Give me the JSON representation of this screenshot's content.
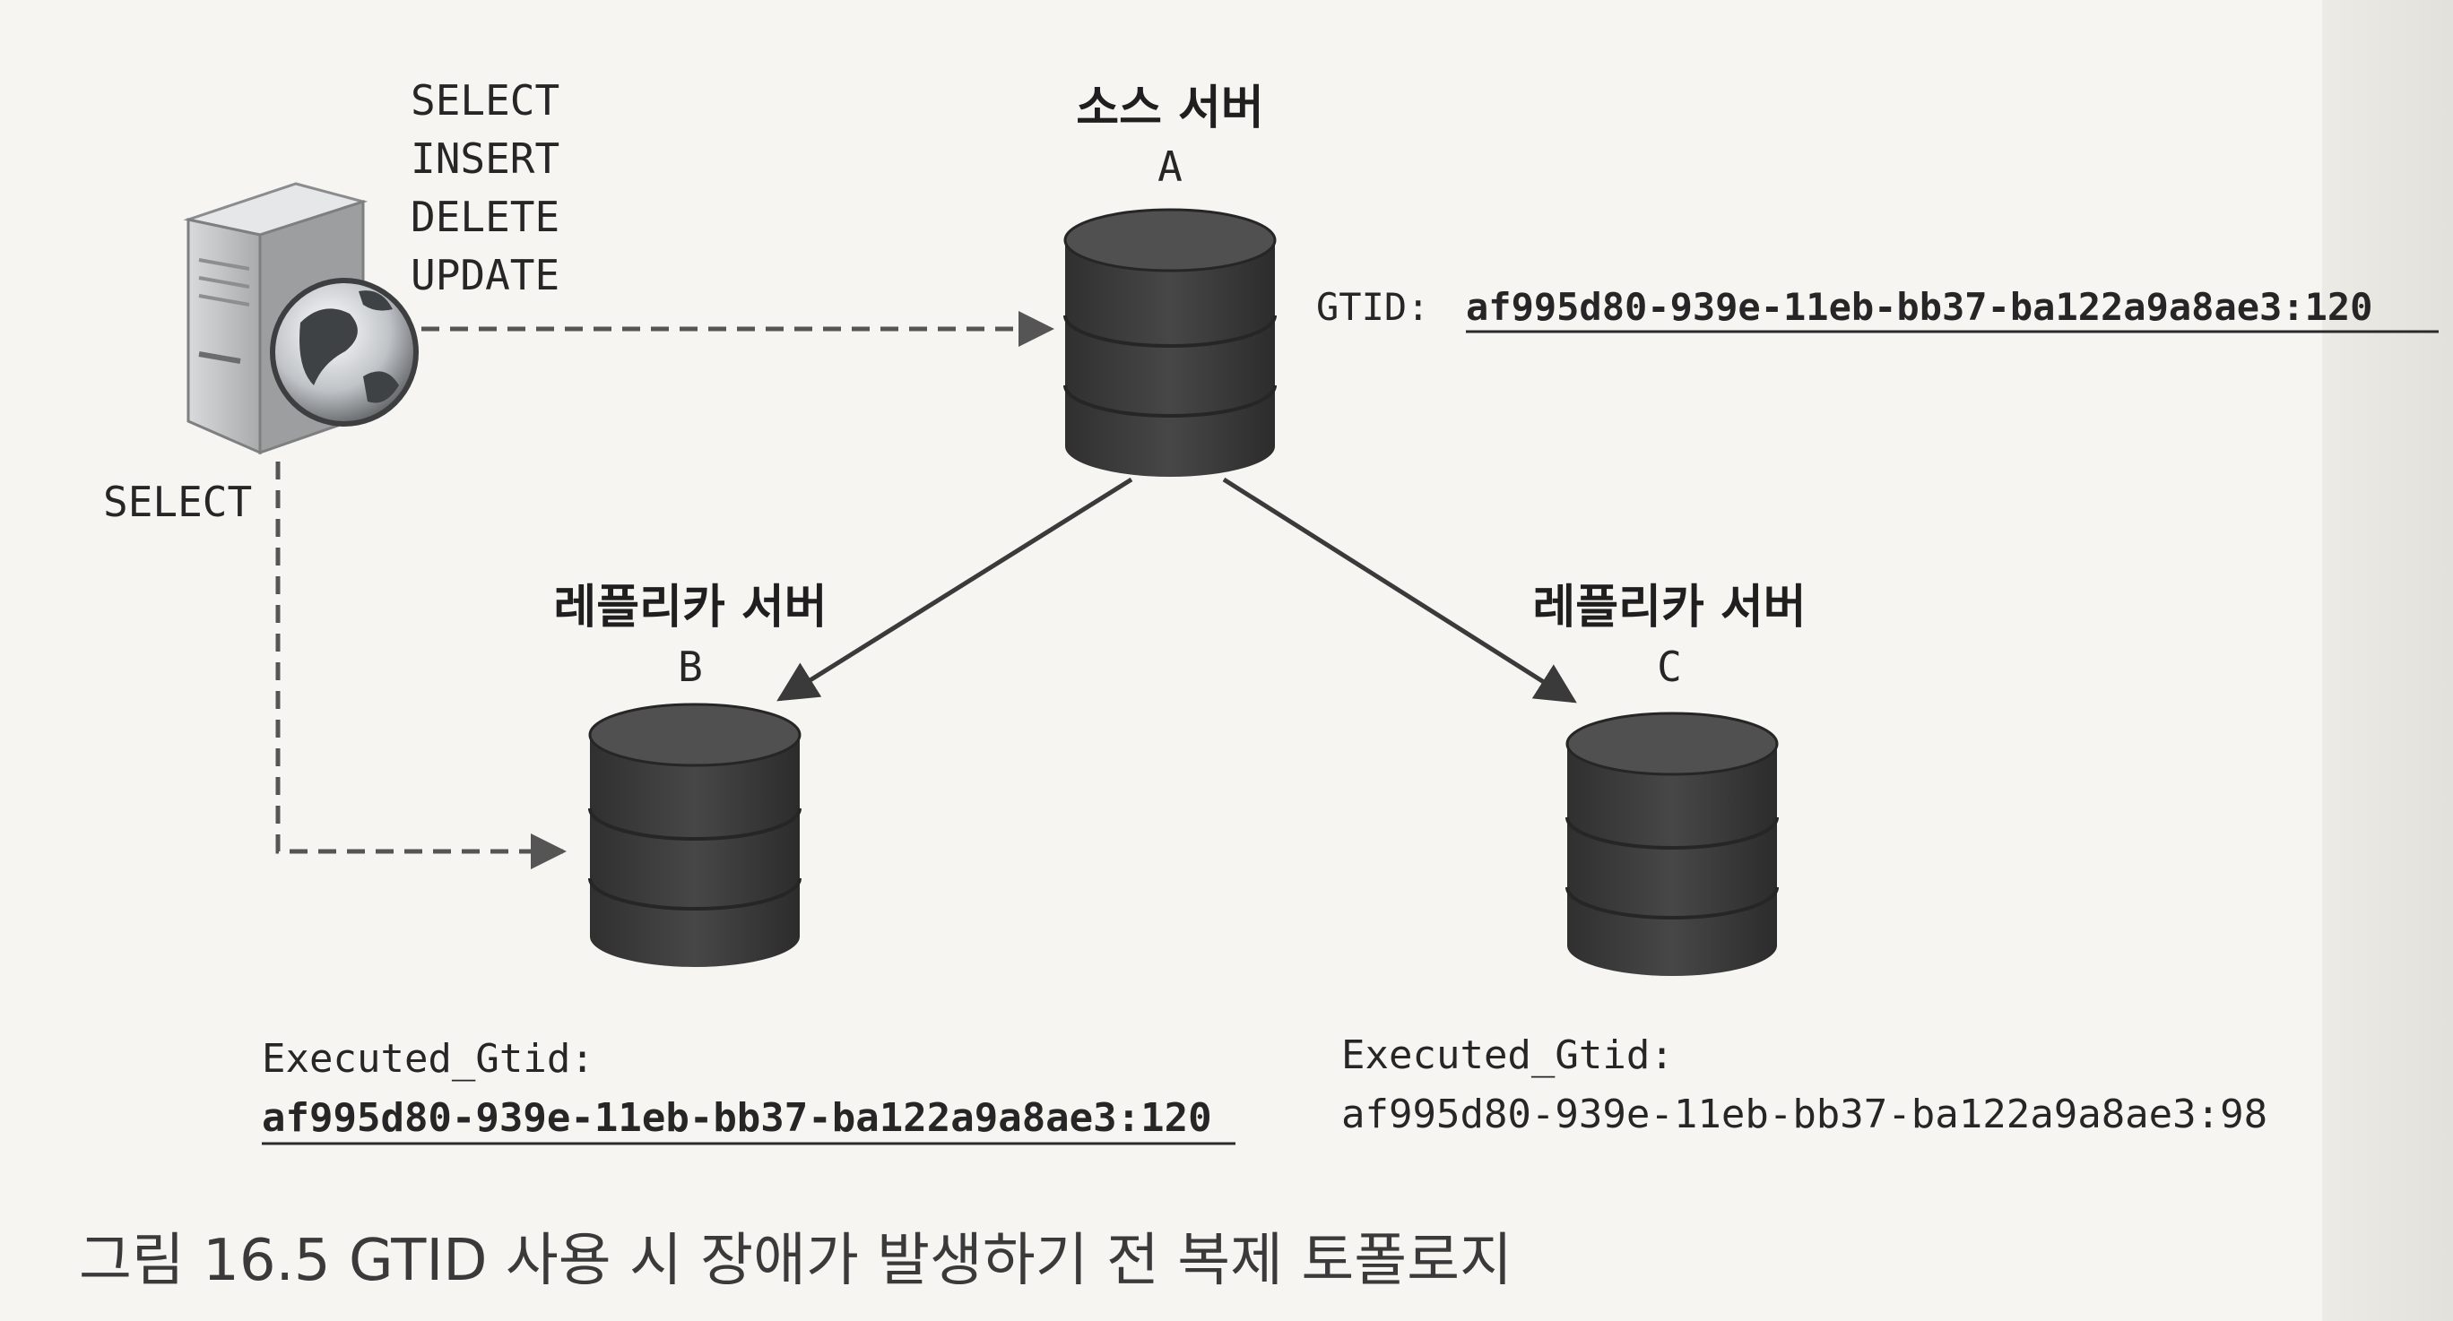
{
  "client": {
    "queries": [
      "SELECT",
      "INSERT",
      "DELETE",
      "UPDATE"
    ],
    "read_query": "SELECT"
  },
  "source": {
    "role": "소스 서버",
    "id": "A",
    "gtid_label": "GTID:",
    "gtid_value": "af995d80-939e-11eb-bb37-ba122a9a8ae3:120"
  },
  "replica_b": {
    "role": "레플리카 서버",
    "id": "B",
    "executed_label": "Executed_Gtid:",
    "executed_value": "af995d80-939e-11eb-bb37-ba122a9a8ae3:120"
  },
  "replica_c": {
    "role": "레플리카 서버",
    "id": "C",
    "executed_label": "Executed_Gtid:",
    "executed_value": "af995d80-939e-11eb-bb37-ba122a9a8ae3:98"
  },
  "caption": "그림 16.5 GTID 사용 시 장애가 발생하기 전 복제 토폴로지",
  "colors": {
    "database": "#3b3b3b",
    "arrow": "#3a3a3a",
    "dashed_arrow": "#555555"
  },
  "icons": [
    "server-globe-icon",
    "database-icon"
  ]
}
